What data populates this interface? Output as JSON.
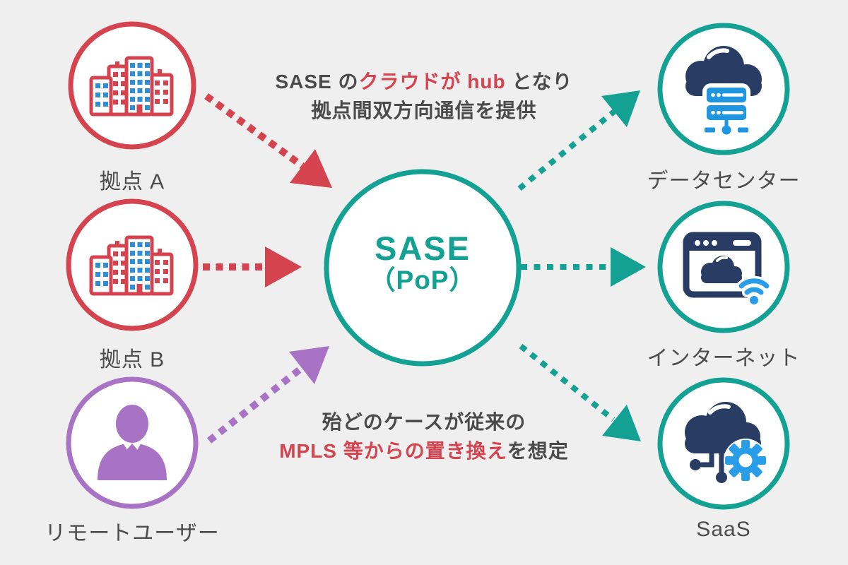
{
  "colors": {
    "background": "#efefef",
    "node_red": "#d5434f",
    "hub_teal": "#12a192",
    "node_purple": "#a873c5",
    "icon_navy": "#283c64",
    "icon_blue": "#2196e0",
    "text_gray": "#4b4b4b",
    "highlight_red": "#d5434f"
  },
  "center_node": {
    "line1": "SASE",
    "line2": "（PoP）"
  },
  "nodes": {
    "site_a": {
      "label": "拠点 A",
      "icon": "buildings-icon"
    },
    "site_b": {
      "label": "拠点 B",
      "icon": "buildings-icon"
    },
    "remote_user": {
      "label": "リモートユーザー",
      "icon": "person-icon"
    },
    "datacenter": {
      "label": "データセンター",
      "icon": "cloud-server-icon"
    },
    "internet": {
      "label": "インターネット",
      "icon": "browser-cloud-wifi-icon"
    },
    "saas": {
      "label": "SaaS",
      "icon": "cloud-gear-icon"
    }
  },
  "annotations": {
    "top": {
      "line1_part1": "SASE の",
      "line1_highlight": "クラウドが hub ",
      "line1_part2": "となり",
      "line2": "拠点間双方向通信を提供"
    },
    "bottom": {
      "line1": "殆どのケースが従来の",
      "line2_highlight": "MPLS 等からの置き換え",
      "line2_part2": "を想定"
    }
  }
}
